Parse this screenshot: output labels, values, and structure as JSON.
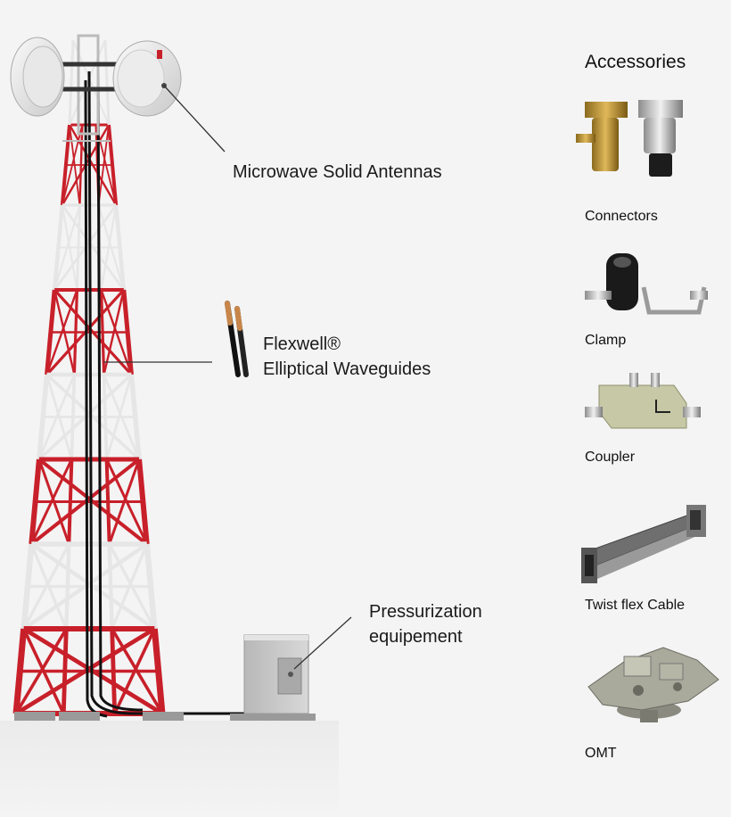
{
  "callouts": {
    "antennas": "Microwave Solid Antennas",
    "waveguide_line1": "Flexwell®",
    "waveguide_line2": "Elliptical Waveguides",
    "pressurization_line1": "Pressurization",
    "pressurization_line2": "equipement"
  },
  "accessories": {
    "title": "Accessories",
    "items": [
      {
        "label": "Connectors",
        "icon": "connector-icon"
      },
      {
        "label": "Clamp",
        "icon": "clamp-icon"
      },
      {
        "label": "Coupler",
        "icon": "coupler-icon"
      },
      {
        "label": "Twist flex Cable",
        "icon": "twist-flex-cable-icon"
      },
      {
        "label": "OMT",
        "icon": "omt-icon"
      }
    ]
  },
  "colors": {
    "tower_red": "#c8202a",
    "tower_white": "#e6e6e6",
    "background": "#f4f4f4",
    "cable": "#111111"
  }
}
